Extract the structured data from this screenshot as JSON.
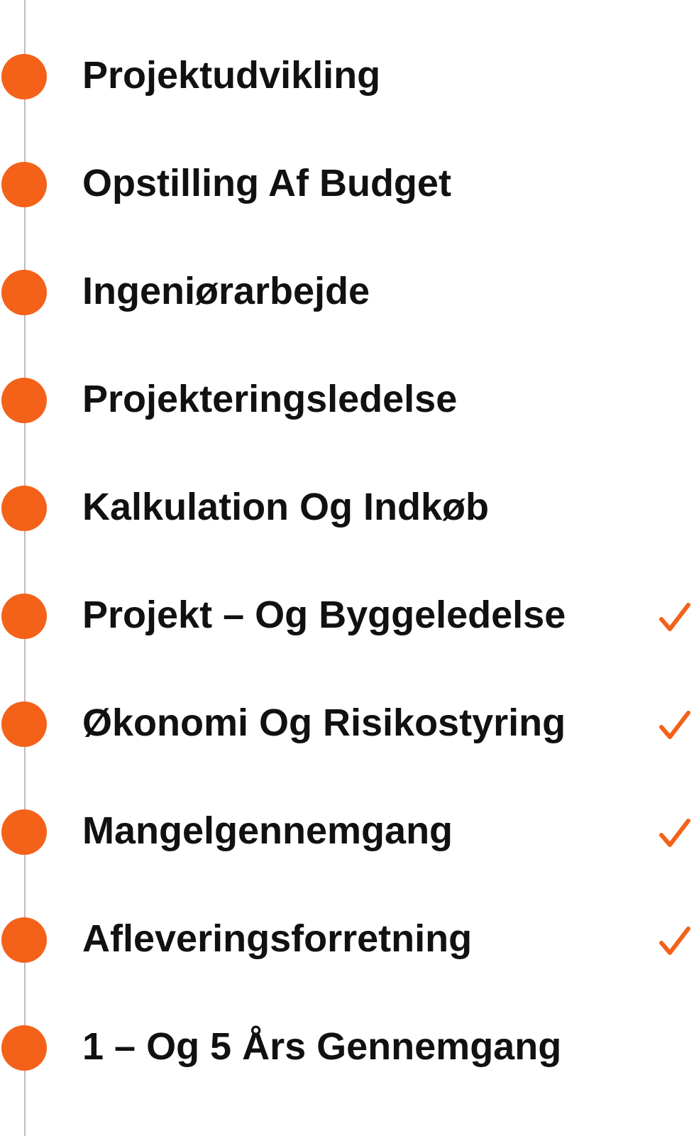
{
  "colors": {
    "accent": "#f4621a",
    "line": "#bdbdbd",
    "text": "#111111"
  },
  "steps": [
    {
      "label": "Projektudvikling",
      "checked": false
    },
    {
      "label": "Opstilling Af Budget",
      "checked": false
    },
    {
      "label": "Ingeniørarbejde",
      "checked": false
    },
    {
      "label": "Projekteringsledelse",
      "checked": false
    },
    {
      "label": "Kalkulation Og Indkøb",
      "checked": false
    },
    {
      "label": "Projekt – Og Byggeledelse",
      "checked": true
    },
    {
      "label": "Økonomi Og Risikostyring",
      "checked": true
    },
    {
      "label": "Mangelgennemgang",
      "checked": true
    },
    {
      "label": "Afleveringsforretning",
      "checked": true
    },
    {
      "label": "1 – Og 5 Års Gennemgang",
      "checked": false
    }
  ]
}
